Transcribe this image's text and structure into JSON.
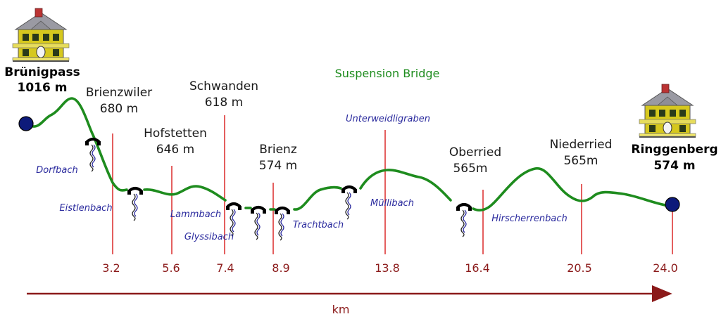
{
  "title": "Suspension Bridge",
  "axis_unit": "km",
  "colors": {
    "route": "#1e8c1e",
    "marker": "#d81b1b",
    "km_text": "#8b1a1a",
    "stream_text": "#2b2b9e",
    "endpoint": "#0d1a7a",
    "axis": "#8b1a1a"
  },
  "start": {
    "name": "Brünigpass",
    "elevation": "1016 m",
    "icon": "house-icon"
  },
  "end": {
    "name": "Ringgenberg",
    "elevation": "574 m",
    "icon": "house-icon"
  },
  "places": [
    {
      "name": "Brienzwiler",
      "elevation": "680 m"
    },
    {
      "name": "Hofstetten",
      "elevation": "646 m"
    },
    {
      "name": "Schwanden",
      "elevation": "618 m"
    },
    {
      "name": "Brienz",
      "elevation": "574 m"
    },
    {
      "name": "Oberried",
      "elevation": "565m"
    },
    {
      "name": "Niederried",
      "elevation": "565m"
    }
  ],
  "km_markers": [
    "3.2",
    "5.6",
    "7.4",
    "8.9",
    "13.8",
    "16.4",
    "20.5",
    "24.0"
  ],
  "streams": [
    "Dorfbach",
    "Eistlenbach",
    "Lammbach",
    "Glyssibach",
    "Trachtbach",
    "Unterweidligraben",
    "Müllibach",
    "Hirscherrenbach"
  ],
  "bridge_count": 7
}
